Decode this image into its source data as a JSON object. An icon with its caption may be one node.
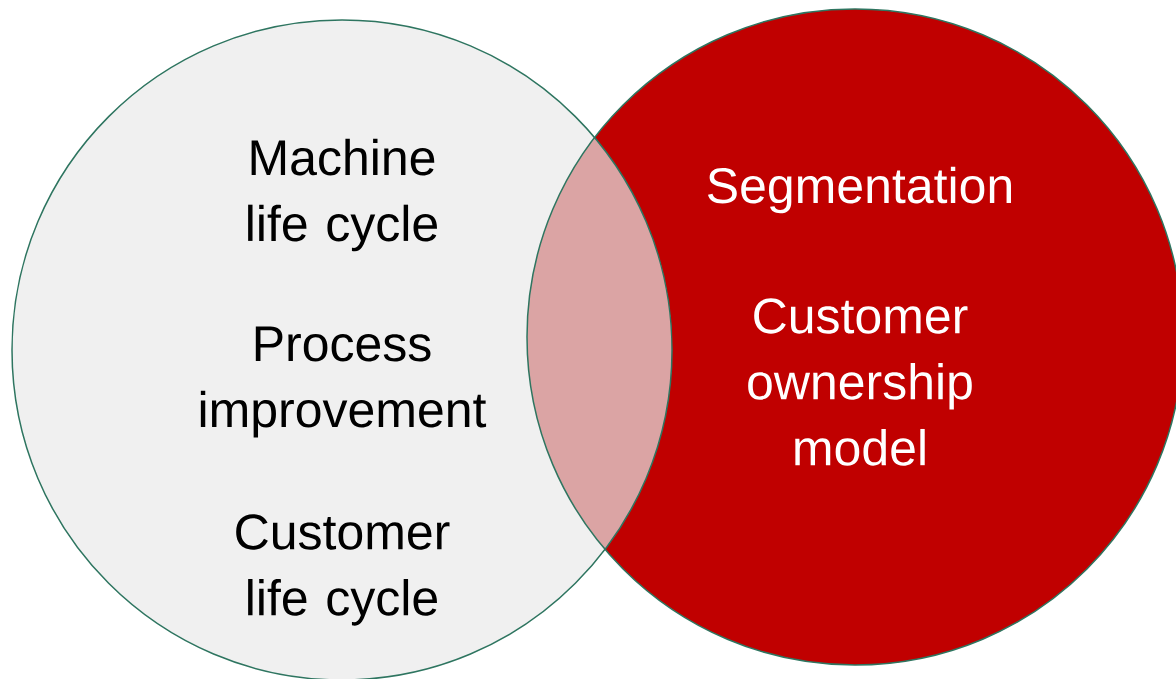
{
  "diagram": {
    "nodes": [
      {
        "text": [
          "Machine life cycle",
          "Process improvement",
          "Customer life cycle"
        ]
      },
      {
        "text": [
          "Segmentation",
          "Customer ownership model"
        ]
      }
    ]
  }
}
